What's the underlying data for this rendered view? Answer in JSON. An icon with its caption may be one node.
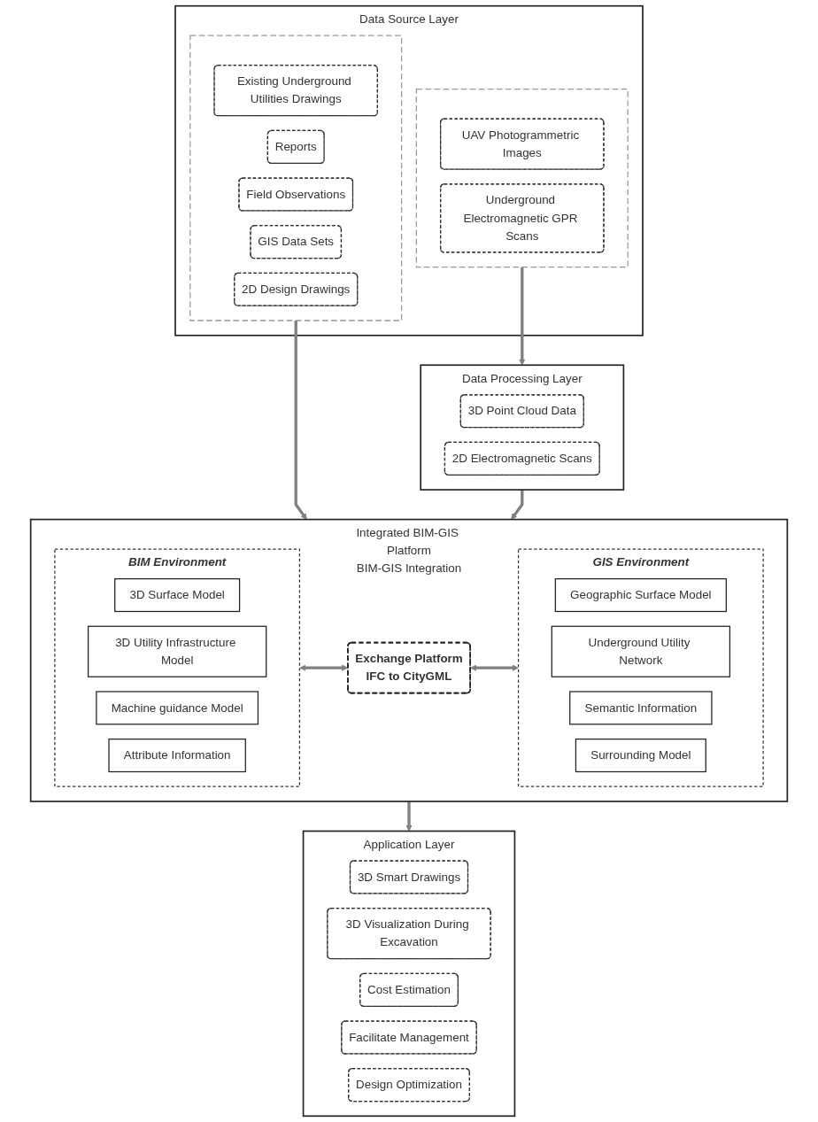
{
  "diagram": {
    "nodes": [
      {
        "text": [
          "Data Source Layer"
        ]
      },
      {
        "text": [],
        "shape": "box",
        "in": 0
      },
      {
        "text": [
          "UAV Photogrammetric Images"
        ],
        "in": 1
      },
      {
        "text": [
          "Underground Electromagnetic GPR Scans"
        ],
        "in": 1
      },
      {
        "text": [],
        "shape": "box",
        "in": 0
      },
      {
        "text": [
          "Existing Underground Utilities Drawings"
        ],
        "in": 4
      },
      {
        "text": [
          "Reports"
        ],
        "in": 4
      },
      {
        "text": [
          "Field Observations"
        ],
        "in": 4
      },
      {
        "text": [
          "GIS Data Sets"
        ],
        "in": 4
      },
      {
        "text": [
          "2D Design Drawings"
        ],
        "in": 4
      },
      {
        "text": [
          "Data Processing Layer"
        ]
      },
      {
        "text": [
          "3D Point Cloud Data"
        ],
        "in": 10
      },
      {
        "text": [
          "2D Electromagnetic Scans"
        ],
        "in": 10
      },
      {
        "text": [
          "Integrated BIM-GIS Platform",
          "BIM-GIS Integration"
        ]
      },
      {
        "text": [
          "BIM Environment"
        ],
        "in": 13
      },
      {
        "text": [
          "3D Surface Model"
        ],
        "in": 14
      },
      {
        "text": [
          "3D Utility Infrastructure Model"
        ],
        "in": 14
      },
      {
        "text": [
          "Machine guidance Model"
        ],
        "in": 14
      },
      {
        "text": [
          "Attribute Information"
        ],
        "in": 14
      },
      {
        "text": [
          "Exchange Platform",
          "IFC to CityGML"
        ],
        "in": 13
      },
      {
        "text": [
          "GIS Environment"
        ],
        "in": 13
      },
      {
        "text": [
          "Geographic Surface Model"
        ],
        "in": 20
      },
      {
        "text": [
          "Underground Utility Network"
        ],
        "in": 20
      },
      {
        "text": [
          "Semantic Information"
        ],
        "in": 20
      },
      {
        "text": [
          "Surrounding Model"
        ],
        "in": 20
      },
      {
        "text": [
          "Application Layer"
        ]
      },
      {
        "text": [
          "3D Smart Drawings"
        ],
        "in": 25
      },
      {
        "text": [
          "3D Visualization During Excavation"
        ],
        "in": 25
      },
      {
        "text": [
          "Cost Estimation"
        ],
        "in": 25
      },
      {
        "text": [
          "Facilitate Management"
        ],
        "in": 25
      },
      {
        "text": [
          "Design Optimization"
        ],
        "in": 25
      }
    ],
    "edges": [
      {
        "from": 1,
        "to": 10,
        "arrow": "to"
      },
      {
        "from": 4,
        "to": 13,
        "arrow": "to"
      },
      {
        "from": 10,
        "to": 13,
        "arrow": "to"
      },
      {
        "from": 14,
        "to": 19,
        "arrow": "both"
      },
      {
        "from": 19,
        "to": 20,
        "arrow": "both"
      },
      {
        "from": 13,
        "to": 25,
        "arrow": "to"
      }
    ]
  }
}
